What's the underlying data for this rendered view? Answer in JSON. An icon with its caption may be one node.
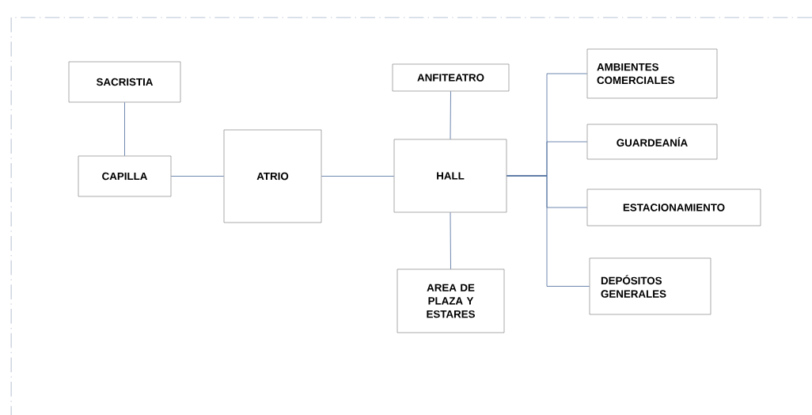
{
  "diagram": {
    "nodes": [
      {
        "text": [
          "SACRISTIA"
        ]
      },
      {
        "text": [
          "CAPILLA"
        ]
      },
      {
        "text": [
          "ATRIO"
        ]
      },
      {
        "text": [
          "HALL"
        ]
      },
      {
        "text": [
          "ANFITEATRO"
        ]
      },
      {
        "text": [
          "AREA DE PLAZA Y ESTARES"
        ]
      },
      {
        "text": [
          "AMBIENTES COMERCIALES"
        ]
      },
      {
        "text": [
          "GUARDEANÍA"
        ]
      },
      {
        "text": [
          "ESTACIONAMIENTO"
        ]
      },
      {
        "text": [
          "DEPÓSITOS GENERALES"
        ]
      }
    ],
    "edges": [
      {
        "from": 0,
        "to": 1,
        "arrow": "none"
      },
      {
        "from": 1,
        "to": 2,
        "arrow": "none"
      },
      {
        "from": 2,
        "to": 3,
        "arrow": "none"
      },
      {
        "from": 3,
        "to": 4,
        "arrow": "none"
      },
      {
        "from": 3,
        "to": 5,
        "arrow": "none"
      },
      {
        "from": 3,
        "to": 6,
        "arrow": "none"
      },
      {
        "from": 3,
        "to": 7,
        "arrow": "none"
      },
      {
        "from": 3,
        "to": 8,
        "arrow": "none"
      },
      {
        "from": 3,
        "to": 9,
        "arrow": "none"
      }
    ]
  }
}
